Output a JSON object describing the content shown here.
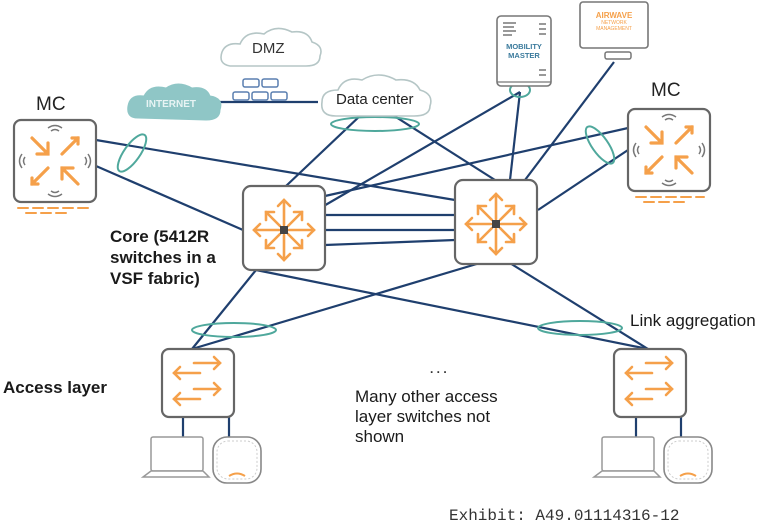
{
  "diagram": {
    "labels": {
      "mc_left": "MC",
      "mc_right": "MC",
      "dmz": "DMZ",
      "internet": "INTERNET",
      "data_center": "Data center",
      "mobility_master_line1": "MOBILITY",
      "mobility_master_line2": "MASTER",
      "airwave_title": "AIRWAVE",
      "airwave_sub1": "NETWORK",
      "airwave_sub2": "MANAGEMENT",
      "core_line1": "Core (5412R",
      "core_line2": "switches in a",
      "core_line3": "VSF fabric)",
      "link_aggregation": "Link aggregation",
      "access_layer": "Access layer",
      "ellipsis": ". . .",
      "many_other_line1": "Many other access",
      "many_other_line2": "layer switches not",
      "many_other_line3": "shown",
      "exhibit": "Exhibit: A49.01114316-12"
    },
    "nodes": [
      {
        "id": "internet",
        "type": "cloud-icon",
        "label": "INTERNET"
      },
      {
        "id": "dmz",
        "type": "cloud-icon",
        "label": "DMZ"
      },
      {
        "id": "data-center",
        "type": "cloud-icon",
        "label": "Data center"
      },
      {
        "id": "mobility-master",
        "type": "server-icon",
        "label": "MOBILITY MASTER"
      },
      {
        "id": "airwave",
        "type": "monitor-icon",
        "label": "AIRWAVE"
      },
      {
        "id": "mc-left",
        "type": "controller-icon",
        "label": "MC"
      },
      {
        "id": "mc-right",
        "type": "controller-icon",
        "label": "MC"
      },
      {
        "id": "core-1",
        "type": "core-switch-icon",
        "label": "Core"
      },
      {
        "id": "core-2",
        "type": "core-switch-icon",
        "label": "Core"
      },
      {
        "id": "access-1",
        "type": "access-switch-icon",
        "label": "Access layer"
      },
      {
        "id": "access-2",
        "type": "access-switch-icon",
        "label": "Access layer"
      }
    ],
    "colors": {
      "link": "#1f3f6e",
      "lag_ring": "#4fa89c",
      "orange": "#f5a04a",
      "device_border": "#666666",
      "cloud_fill": "#8fc6c6",
      "cloud_stroke": "#b5c6c6",
      "mm_text": "#3a7a9c"
    }
  }
}
